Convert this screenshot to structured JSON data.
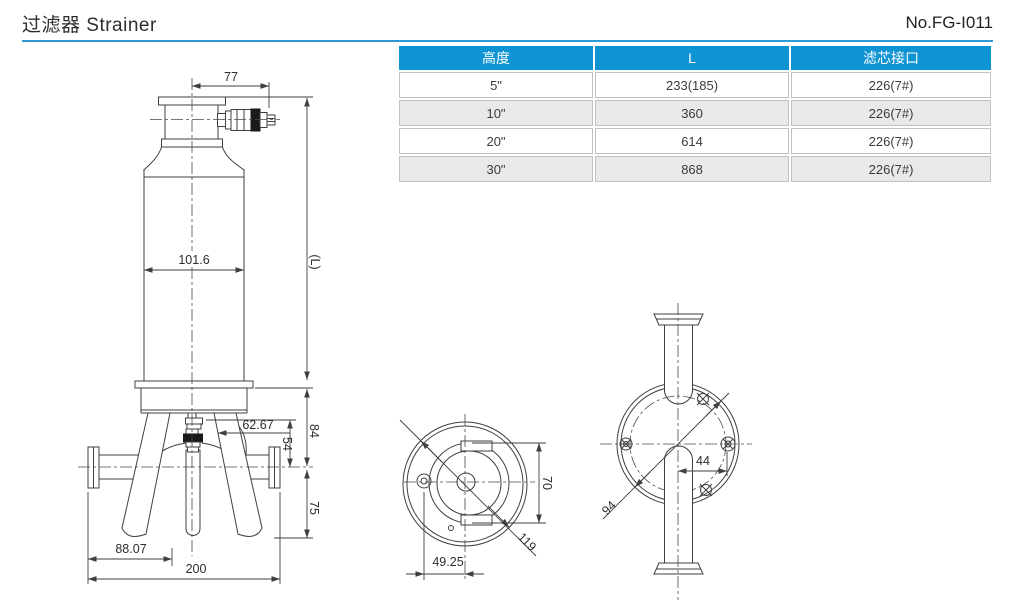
{
  "page": {
    "title": "过滤器 Strainer",
    "doc_no": "No.FG-I011"
  },
  "table": {
    "headers": [
      "高度",
      "L",
      "滤芯接口"
    ],
    "rows": [
      [
        "5\"",
        "233(185)",
        "226(7#)"
      ],
      [
        "10\"",
        "360",
        "226(7#)"
      ],
      [
        "20\"",
        "614",
        "226(7#)"
      ],
      [
        "30\"",
        "868",
        "226(7#)"
      ]
    ]
  },
  "drawing": {
    "front_view": {
      "dim_top_port": "77",
      "dim_body_diameter": "101.6",
      "dim_height": "(L)",
      "dim_drain_offset": "62.67",
      "dim_port_center": "54",
      "dim_base_height": "84",
      "dim_leg_height": "75",
      "dim_leg_offset": "88.07",
      "dim_total_span": "200"
    },
    "bottom_view": {
      "dim_core": "70",
      "dim_flange": "119",
      "dim_hole_offset": "49.25"
    },
    "top_view": {
      "dim_bolt_offset": "44",
      "dim_bolt_circle": "94"
    }
  },
  "colors": {
    "accent": "#0e93d3",
    "underline": "#2f9ad2",
    "row_alt": "#e9e9e9",
    "line": "#3f3f3f"
  }
}
